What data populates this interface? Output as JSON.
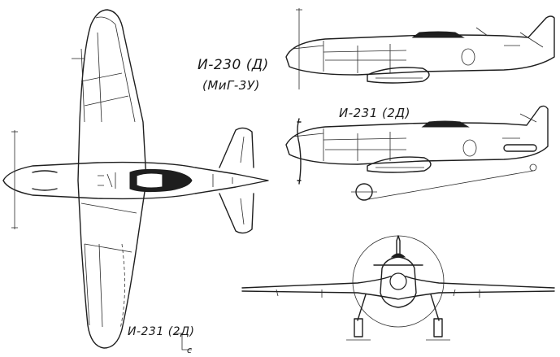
{
  "labels": {
    "i230": "И-230 (Д)",
    "mig3u": "(МиГ-3У)",
    "i231_side": "И-231 (2Д)",
    "i231_plan": "И-231 (2Д)",
    "section_mark": "с"
  }
}
